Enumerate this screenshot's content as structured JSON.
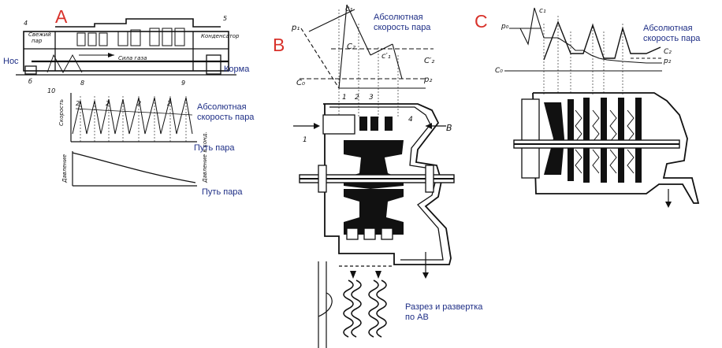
{
  "panels": [
    {
      "letter": "A",
      "labels": {
        "bow": "Нос",
        "stern": "Корма",
        "abs_velocity": "Абсолютная\nскорость пара",
        "steam_path_1": "Путь пара",
        "steam_path_2": "Путь пара"
      }
    },
    {
      "letter": "B",
      "labels": {
        "abs_velocity": "Абсолютная\nскорость пара",
        "section": "Разрез и развертка\nпо АВ"
      }
    },
    {
      "letter": "C",
      "labels": {
        "abs_velocity": "Абсолютная\nскорость пара"
      }
    }
  ],
  "colors": {
    "letter": "#d8322b",
    "note": "#1f2f86",
    "ink": "#111111"
  }
}
